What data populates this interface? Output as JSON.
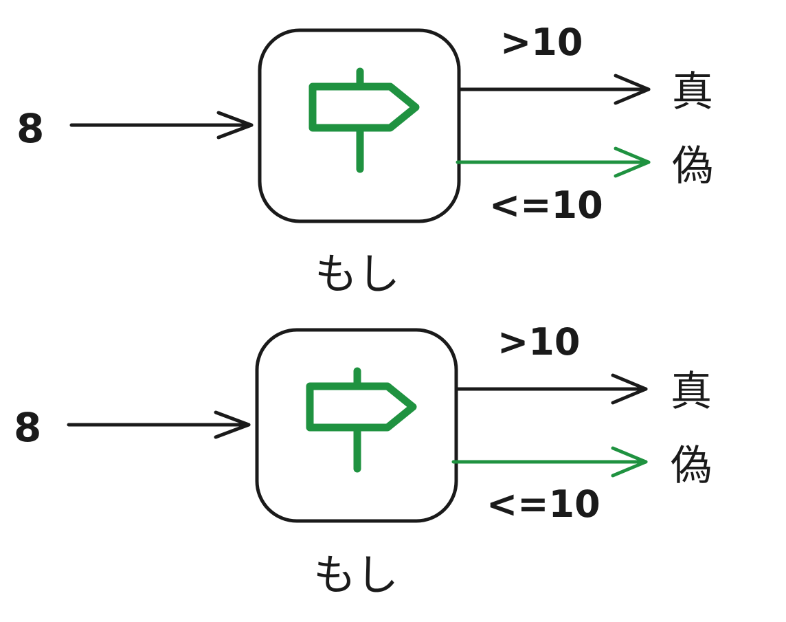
{
  "colors": {
    "stroke": "#1a1a1a",
    "accent": "#1f9240"
  },
  "diagrams": [
    {
      "input": "8",
      "icon": "signpost-icon",
      "label": "もし",
      "outputs": {
        "upper": {
          "condition": ">10",
          "result": "真"
        },
        "lower": {
          "condition": "<=10",
          "result": "偽",
          "highlighted": true
        }
      }
    },
    {
      "input": "8",
      "icon": "signpost-icon",
      "label": "もし",
      "outputs": {
        "upper": {
          "condition": ">10",
          "result": "真"
        },
        "lower": {
          "condition": "<=10",
          "result": "偽",
          "highlighted": true
        }
      }
    }
  ]
}
